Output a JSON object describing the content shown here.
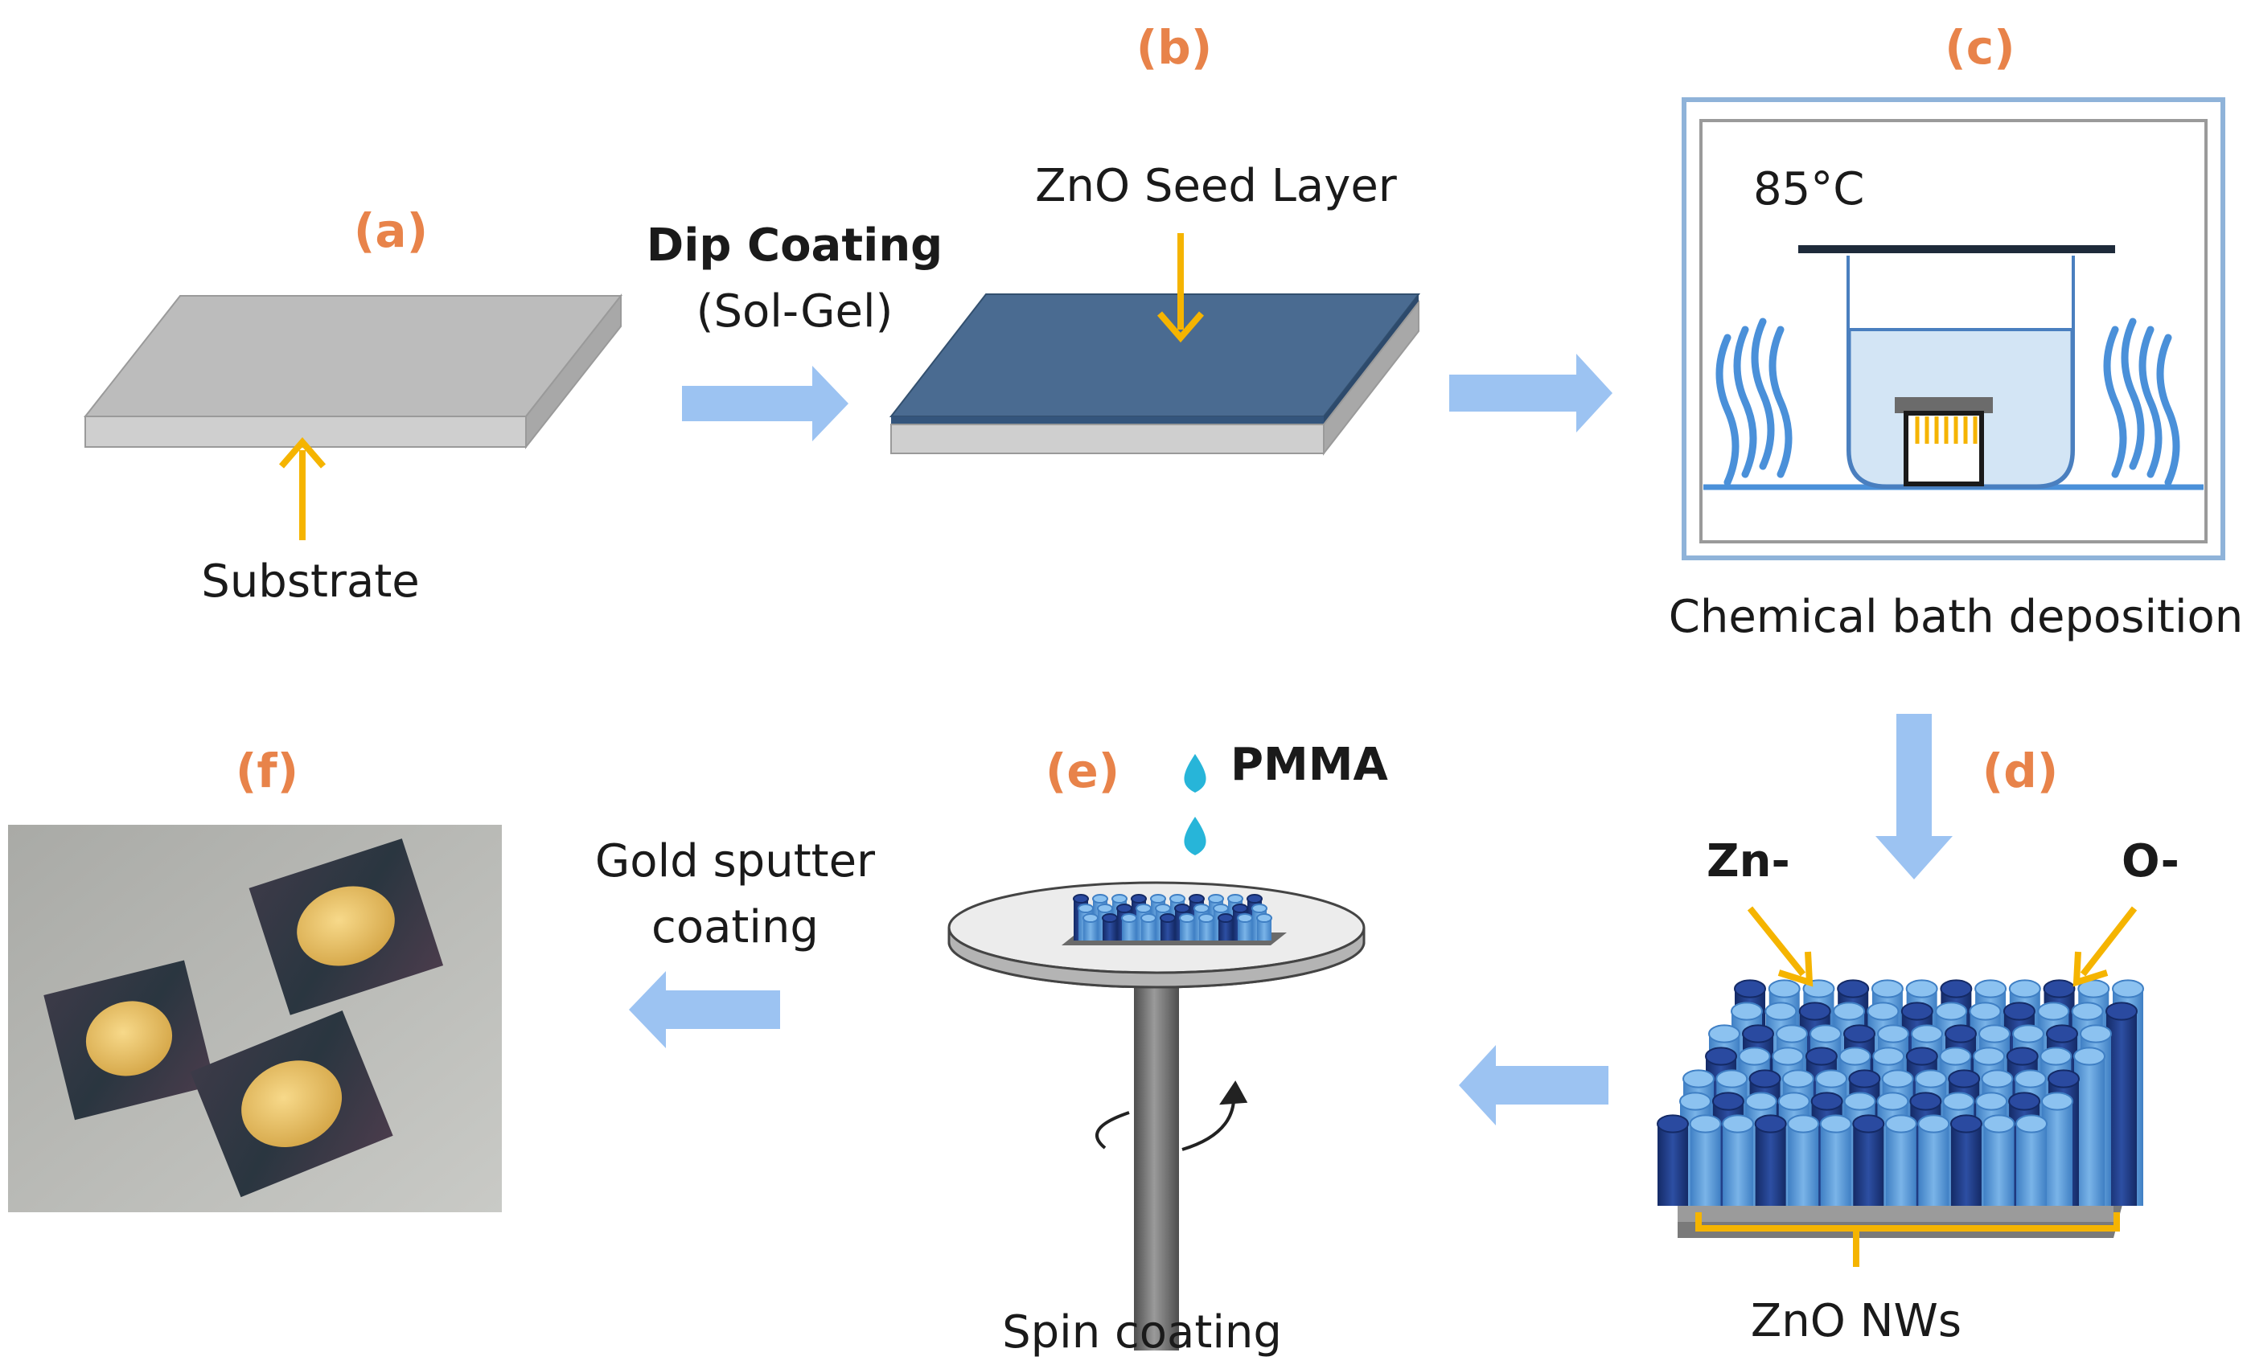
{
  "labels": {
    "a": "(a)",
    "b": "(b)",
    "c": "(c)",
    "d": "(d)",
    "e": "(e)",
    "f": "(f)"
  },
  "texts": {
    "substrate": "Substrate",
    "dip_coating": "Dip Coating",
    "sol_gel": "(Sol-Gel)",
    "zno_seed_layer": "ZnO Seed Layer",
    "temperature": "85°C",
    "chemical_bath": "Chemical bath deposition",
    "zn_polar": "Zn-",
    "o_polar": "O-",
    "zno_nws": "ZnO NWs",
    "pmma": "PMMA",
    "spin_coating": "Spin coating",
    "gold_sputter_line1": "Gold sputter",
    "gold_sputter_line2": "coating"
  },
  "colors": {
    "step_label": "#e8834a",
    "pointer_arrow": "#f5b400",
    "flow_arrow": "#9cc3f2",
    "substrate_gray": "#b9b9b9",
    "seed_layer": "#4a6b91",
    "nanowire_dark": "#1f3c88",
    "nanowire_light": "#5fa0dc",
    "bath_liquid": "#d3e5f5",
    "heat_wave": "#4a90d9",
    "pmma_drop": "#27b5d9",
    "gold": "#e6c15a"
  },
  "icons": [
    "substrate-plate",
    "seed-layer-plate",
    "water-bath-icon",
    "heat-wave-icon",
    "nanowire-array",
    "spin-coater",
    "pmma-drop-icon",
    "rotation-arrow-icon",
    "gold-coated-samples-photo"
  ]
}
